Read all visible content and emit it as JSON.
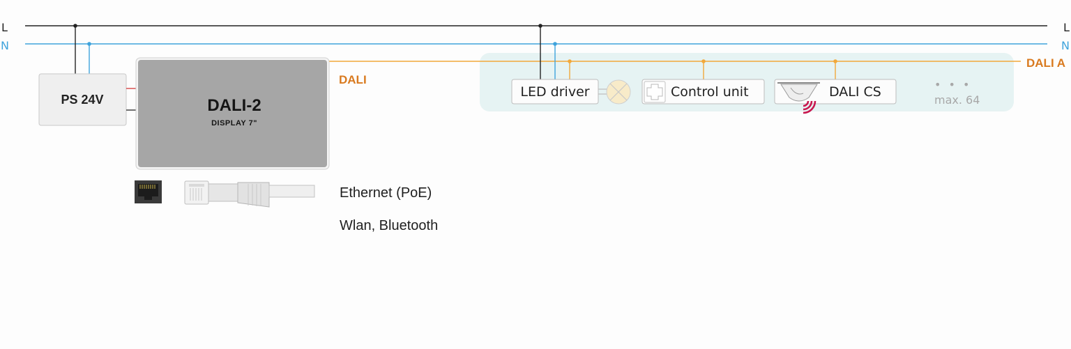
{
  "rails": {
    "l_label": "L",
    "n_label": "N",
    "dali_a_label": "DALI A"
  },
  "power_supply": {
    "label": "PS 24V"
  },
  "controller": {
    "title": "DALI-2",
    "subtitle": "DISPLAY 7\""
  },
  "dali_label": "DALI",
  "bus_devices": {
    "led_driver": "LED driver",
    "control_unit": "Control unit",
    "dali_cs": "DALI CS",
    "more": "• • •",
    "max": "max. 64"
  },
  "interfaces": {
    "ethernet": "Ethernet (PoE)",
    "wireless": "Wlan, Bluetooth"
  },
  "colors": {
    "line_l": "#222222",
    "line_n": "#3ea3dc",
    "line_dali": "#f2a83a",
    "dali_text": "#d97a1f",
    "bus_area": "#e6f3f3",
    "device_grey": "#a6a6a6",
    "sensor_signal": "#c8174f"
  },
  "icons": {
    "lamp": "lamp-icon",
    "control_unit": "control-unit-icon",
    "sensor": "sensor-icon",
    "rj45_socket": "rj45-socket-icon",
    "ethernet_plug": "ethernet-plug-icon"
  }
}
